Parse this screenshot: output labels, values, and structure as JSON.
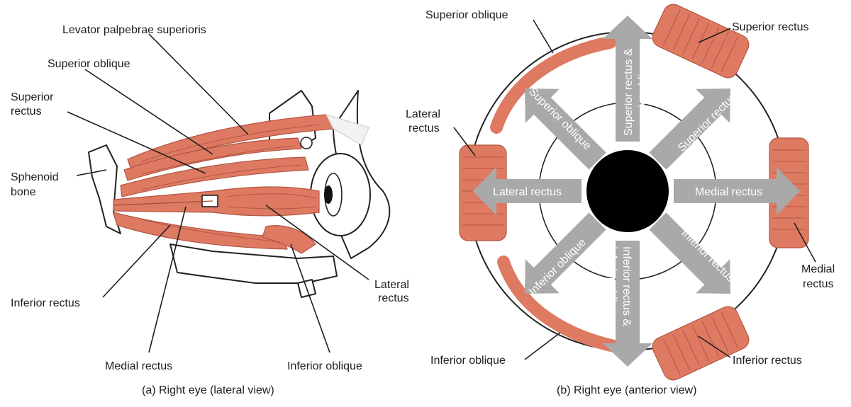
{
  "panel_a": {
    "caption": "(a) Right eye (lateral view)",
    "labels": {
      "levator": "Levator palpebrae superioris",
      "superior_oblique": "Superior oblique",
      "superior_rectus_1": "Superior",
      "superior_rectus_2": "rectus",
      "sphenoid_1": "Sphenoid",
      "sphenoid_2": "bone",
      "inferior_rectus": "Inferior rectus",
      "medial_rectus": "Medial rectus",
      "inferior_oblique": "Inferior oblique",
      "lateral_rectus_1": "Lateral",
      "lateral_rectus_2": "rectus"
    }
  },
  "panel_b": {
    "caption": "(b) Right eye (anterior view)",
    "labels": {
      "superior_oblique": "Superior oblique",
      "superior_rectus": "Superior rectus",
      "lateral_rectus_1": "Lateral",
      "lateral_rectus_2": "rectus",
      "medial_rectus_1": "Medial",
      "medial_rectus_2": "rectus",
      "inferior_oblique": "Inferior oblique",
      "inferior_rectus": "Inferior rectus"
    },
    "arrows": {
      "up_1": "Superior rectus &",
      "up_2": "superior oblique",
      "down_1": "Inferior rectus &",
      "down_2": "inferior oblique",
      "left": "Lateral rectus",
      "right": "Medial rectus",
      "upper_left": "Superior oblique",
      "upper_right": "Superior rectus",
      "lower_left": "Inferior oblique",
      "lower_right": "Inferior rectus"
    },
    "colors": {
      "muscle": "#df7a62",
      "arrow": "#a9a9a9",
      "pupil": "#000000"
    }
  }
}
